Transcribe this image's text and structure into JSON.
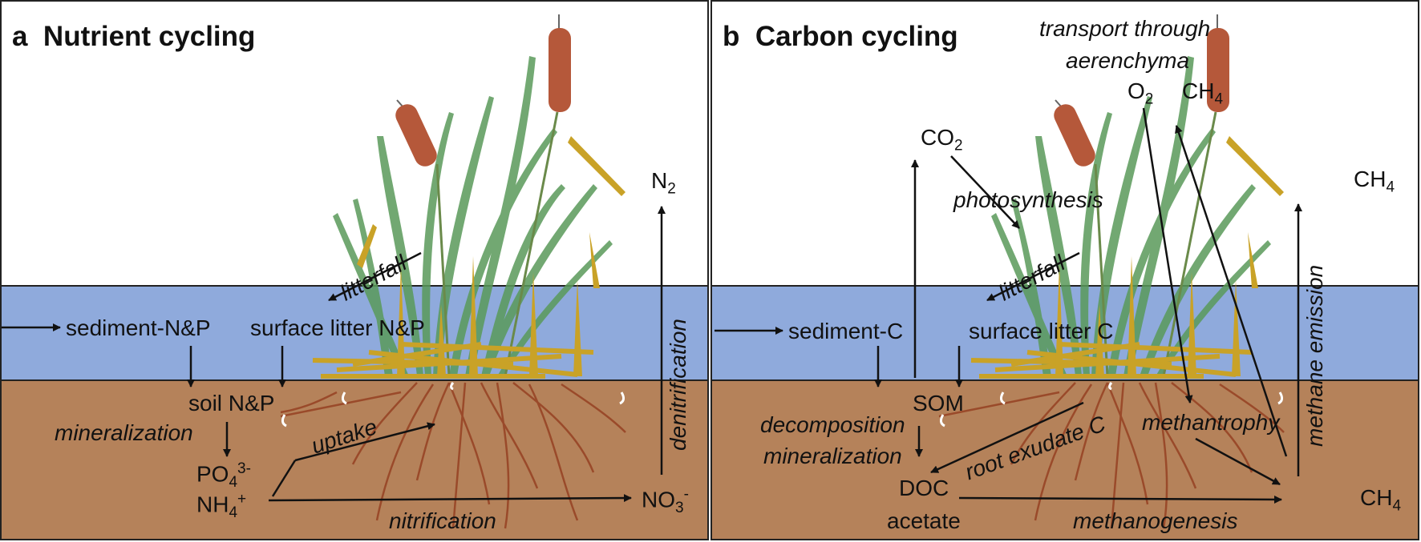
{
  "panel_a": {
    "letter": "a",
    "title": "Nutrient cycling",
    "labels": {
      "n2": "N",
      "n2_sub": "2",
      "litterfall": "litterfall",
      "sediment": "sediment-N&P",
      "surface_litter": "surface litter N&P",
      "soil": "soil N&P",
      "mineralization": "mineralization",
      "po4": "PO",
      "po4_sub": "4",
      "po4_sup": "3-",
      "nh4": "NH",
      "nh4_sub": "4",
      "nh4_sup": "+",
      "uptake": "uptake",
      "no3": "NO",
      "no3_sub": "3",
      "no3_sup": "-",
      "nitrification": "nitrification",
      "denitrification": "denitrification"
    }
  },
  "panel_b": {
    "letter": "b",
    "title": "Carbon cycling",
    "labels": {
      "transport_line1": "transport through",
      "transport_line2": "aerenchyma",
      "o2": "O",
      "o2_sub": "2",
      "ch4_top": "CH",
      "ch4_top_sub": "4",
      "co2": "CO",
      "co2_sub": "2",
      "ch4_right": "CH",
      "ch4_right_sub": "4",
      "photosynthesis": "photosynthesis",
      "litterfall": "litterfall",
      "sediment": "sediment-C",
      "surface_litter": "surface litter C",
      "som": "SOM",
      "root_exudate": "root exudate C",
      "methantrophy": "methantrophy",
      "decomposition": "decomposition",
      "mineralization": "mineralization",
      "doc": "DOC",
      "acetate": "acetate",
      "ch4_bottom": "CH",
      "ch4_bottom_sub": "4",
      "methanogenesis": "methanogenesis",
      "methane_emission": "methane emission"
    }
  },
  "colors": {
    "water": "#8faadc",
    "soil": "#b5825a",
    "leaf": "#5a9a5a",
    "litter": "#c9a227",
    "root": "#9a4a2a",
    "cattail": "#b5583a"
  }
}
